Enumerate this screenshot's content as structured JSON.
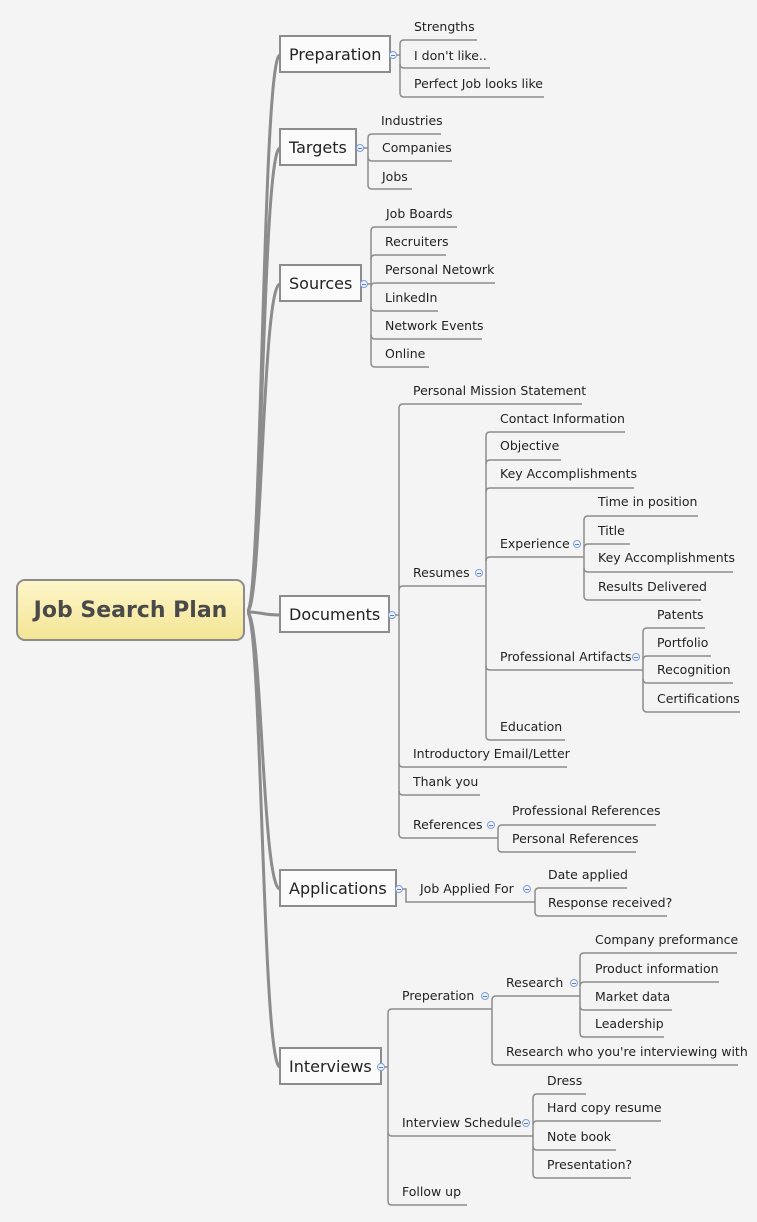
{
  "mindmap": {
    "root": "Job Search Plan",
    "branches": {
      "preparation": {
        "label": "Preparation",
        "children": [
          "Strengths",
          "I don't like..",
          "Perfect Job looks like"
        ]
      },
      "targets": {
        "label": "Targets",
        "children": [
          "Industries",
          "Companies",
          "Jobs"
        ]
      },
      "sources": {
        "label": "Sources",
        "children": [
          "Job Boards",
          "Recruiters",
          "Personal Netowrk",
          "LinkedIn",
          "Network Events",
          "Online"
        ]
      },
      "documents": {
        "label": "Documents",
        "mission": "Personal Mission Statement",
        "resumes": {
          "label": "Resumes",
          "contact": "Contact Information",
          "objective": "Objective",
          "accomplishments": "Key Accomplishments",
          "experience": {
            "label": "Experience",
            "children": [
              "Time in position",
              "Title",
              "Key Accomplishments",
              "Results Delivered"
            ]
          },
          "artifacts": {
            "label": "Professional Artifacts",
            "children": [
              "Patents",
              "Portfolio",
              "Recognition",
              "Certifications"
            ]
          },
          "education": "Education"
        },
        "intro": "Introductory Email/Letter",
        "thanks": "Thank you",
        "references": {
          "label": "References",
          "children": [
            "Professional References",
            "Personal References"
          ]
        }
      },
      "applications": {
        "label": "Applications",
        "applied": {
          "label": "Job Applied For",
          "children": [
            "Date applied",
            "Response received?"
          ]
        }
      },
      "interviews": {
        "label": "Interviews",
        "preperation": {
          "label": "Preperation",
          "research": {
            "label": "Research",
            "children": [
              "Company preformance",
              "Product information",
              "Market data",
              "Leadership"
            ]
          },
          "who": "Research who you're interviewing with"
        },
        "schedule": {
          "label": "Interview Schedule",
          "children": [
            "Dress",
            "Hard copy resume",
            "Note book",
            "Presentation?"
          ]
        },
        "followup": "Follow up"
      }
    }
  },
  "colors": {
    "line": "#8c8c8c",
    "root_fill": "#f7edb3",
    "toggle": "#7f9fd6",
    "background": "#f4f4f4"
  }
}
